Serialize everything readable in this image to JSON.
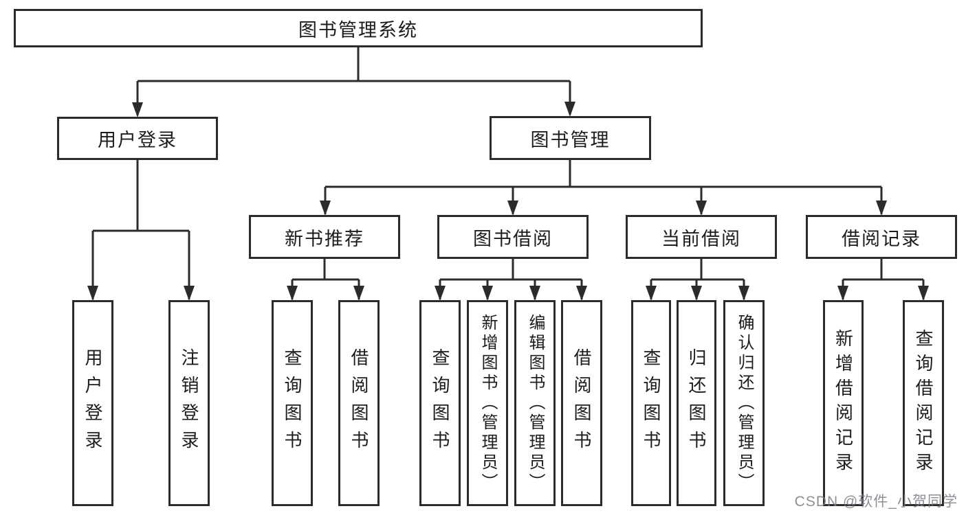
{
  "tree": {
    "root": "图书管理系统",
    "branches": [
      {
        "label": "用户登录",
        "children": [
          "用户登录",
          "注销登录"
        ]
      },
      {
        "label": "图书管理",
        "groups": [
          {
            "label": "新书推荐",
            "children": [
              "查询图书",
              "借阅图书"
            ]
          },
          {
            "label": "图书借阅",
            "children": [
              "查询图书",
              "新增图书（管理员）",
              "编辑图书（管理员）",
              "借阅图书"
            ]
          },
          {
            "label": "当前借阅",
            "children": [
              "查询图书",
              "归还图书",
              "确认归还（管理员）"
            ]
          },
          {
            "label": "借阅记录",
            "children": [
              "新增借阅记录",
              "查询借阅记录"
            ]
          }
        ]
      }
    ]
  },
  "watermark": "CSDN @软件_小贺同学",
  "colors": {
    "line": "#2b2b2b",
    "text": "#1c1c1c",
    "watermark": "#7a7a84",
    "background": "#ffffff"
  }
}
